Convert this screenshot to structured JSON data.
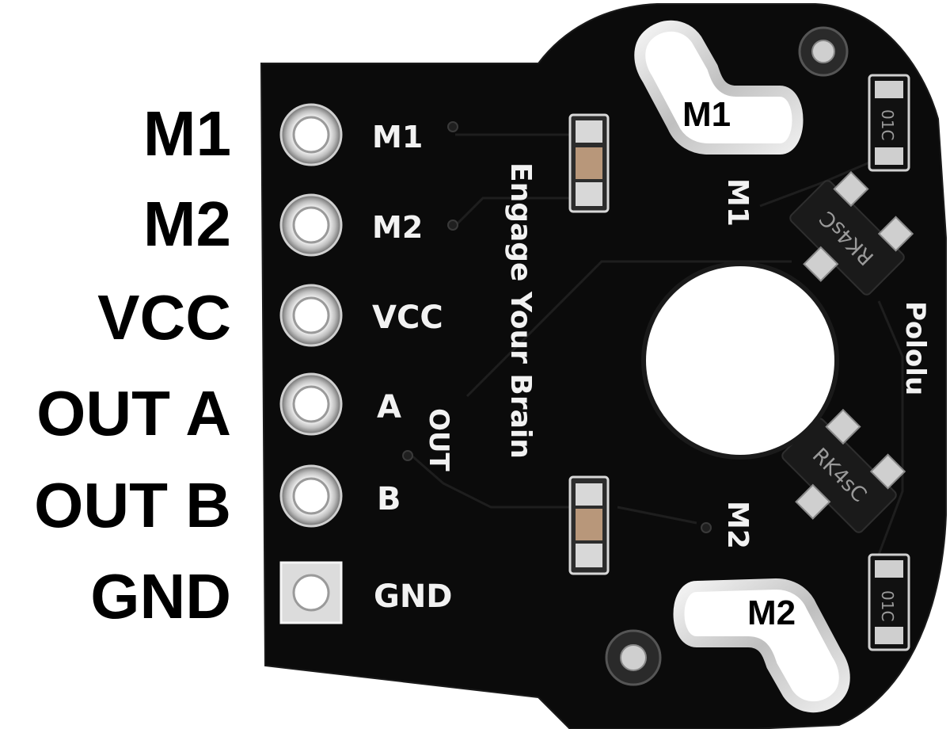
{
  "pin_labels": [
    "M1",
    "M2",
    "VCC",
    "OUT A",
    "OUT B",
    "GND"
  ],
  "silkscreen": {
    "pins": [
      "M1",
      "M2",
      "VCC",
      "A",
      "B",
      "GND"
    ],
    "tagline": "Engage Your Brain",
    "out": "OUT",
    "m1_trace": "M1",
    "m2_trace": "M2",
    "brand": "Pololu"
  },
  "pad_labels": {
    "m1": "M1",
    "m2": "M2"
  },
  "components": {
    "transistor_upper": "RK4sC",
    "transistor_lower": "RK4sC",
    "resistor_upper": "01C",
    "resistor_lower": "01C"
  },
  "colors": {
    "board": "#0b0b0b",
    "silk": "#f2f2f2",
    "metal": "#d9d9d9",
    "capacitor": "#b8977a"
  }
}
